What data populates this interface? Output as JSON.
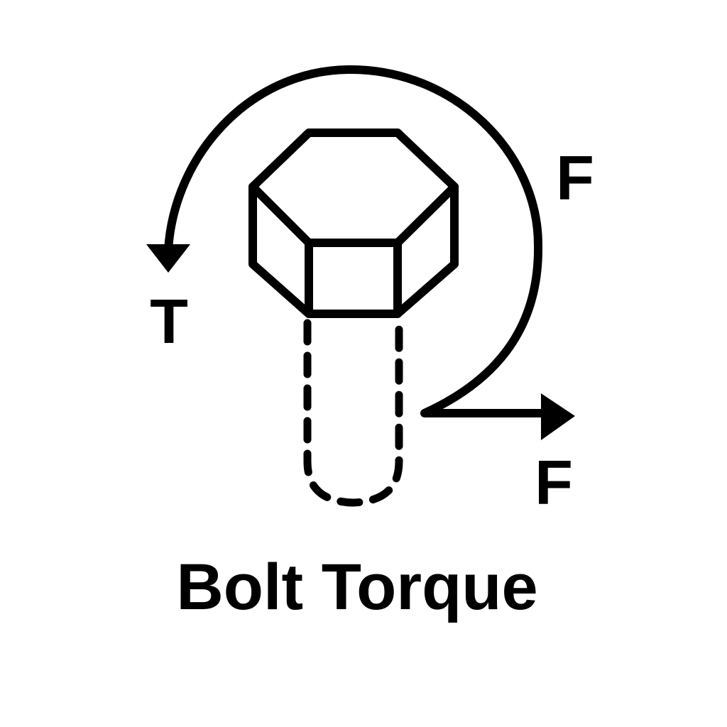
{
  "diagram": {
    "title": "Bolt Torque",
    "labels": {
      "torque": "T",
      "force_upper": "F",
      "force_lower": "F"
    },
    "colors": {
      "ink": "#000000",
      "background": "#ffffff"
    }
  }
}
